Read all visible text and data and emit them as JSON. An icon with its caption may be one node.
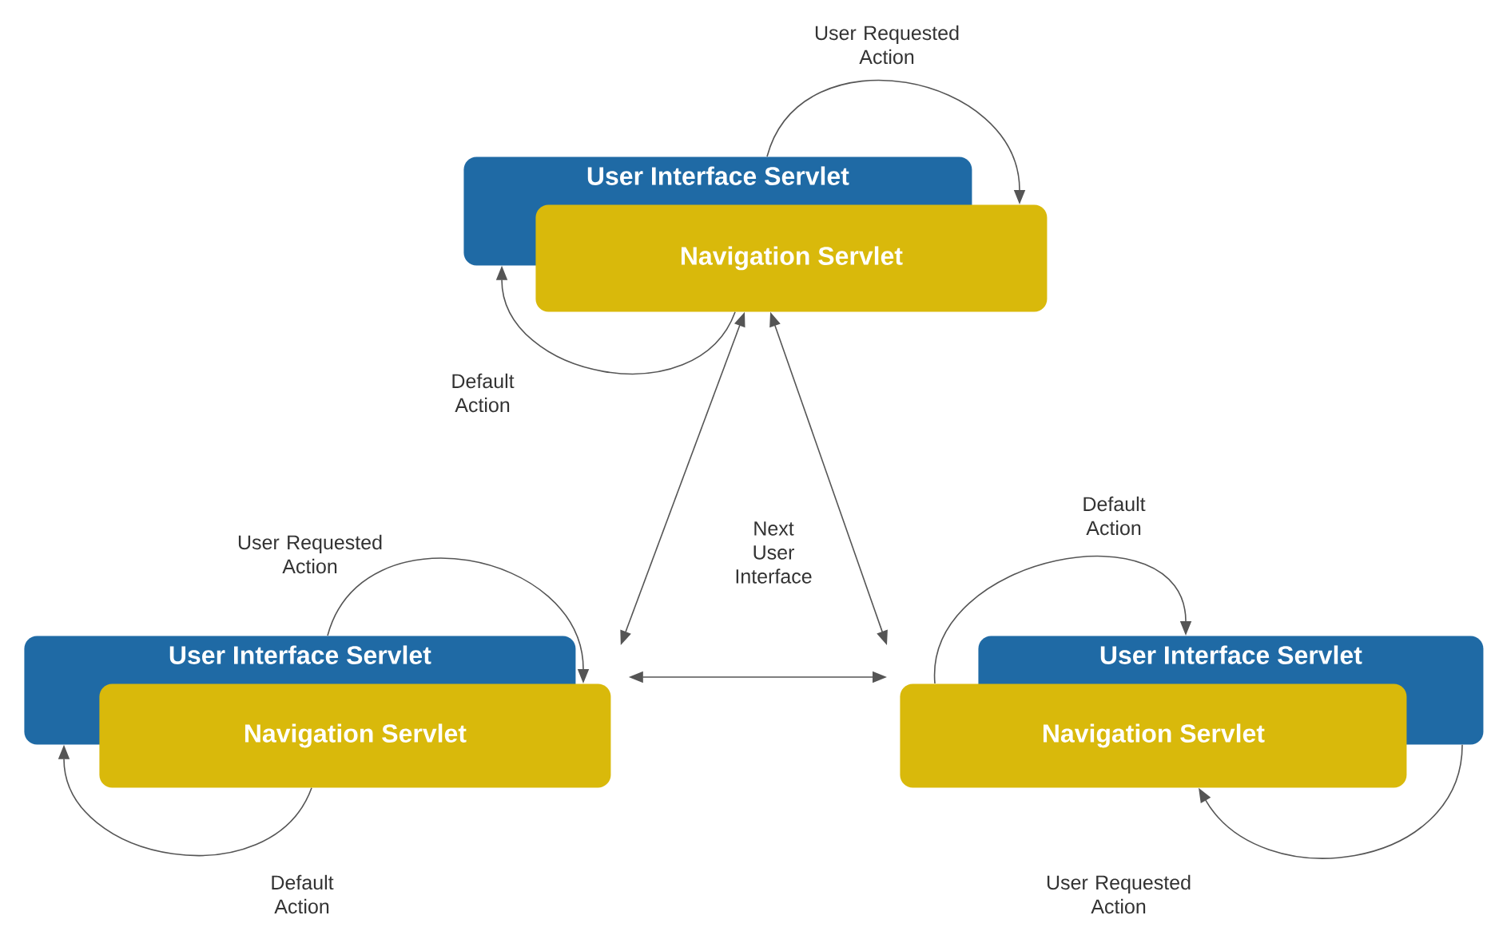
{
  "diagram": {
    "nodes": [
      {
        "text": [
          "User Interface Servlet"
        ]
      },
      {
        "text": [
          "Navigation Servlet"
        ]
      },
      {
        "text": [
          "User Interface Servlet"
        ]
      },
      {
        "text": [
          "Navigation Servlet"
        ]
      },
      {
        "text": [
          "User Interface Servlet"
        ]
      },
      {
        "text": [
          "Navigation Servlet"
        ]
      }
    ],
    "edges": [
      {
        "from": 0,
        "to": 1,
        "arrow": "to",
        "label": "User Requested Action"
      },
      {
        "from": 1,
        "to": 0,
        "arrow": "to",
        "label": "Default Action"
      },
      {
        "from": 2,
        "to": 3,
        "arrow": "to",
        "label": "User Requested Action"
      },
      {
        "from": 3,
        "to": 2,
        "arrow": "to",
        "label": "Default Action"
      },
      {
        "from": 5,
        "to": 4,
        "arrow": "to",
        "label": "Default Action"
      },
      {
        "from": 4,
        "to": 5,
        "arrow": "to",
        "label": "User Requested Action"
      },
      {
        "from": 1,
        "to": 3,
        "arrow": "both"
      },
      {
        "from": 1,
        "to": 5,
        "arrow": "both"
      },
      {
        "from": 3,
        "to": 5,
        "arrow": "both"
      }
    ],
    "labels": [
      "Next User Interface"
    ]
  }
}
